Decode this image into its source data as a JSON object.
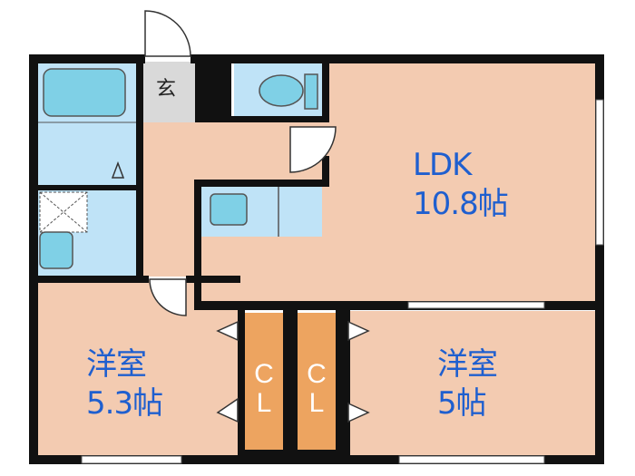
{
  "rooms": {
    "ldk": {
      "name": "LDK",
      "size": "10.8帖"
    },
    "western_room_1": {
      "name": "洋室",
      "size": "5.3帖"
    },
    "western_room_2": {
      "name": "洋室",
      "size": "5帖"
    },
    "closet_1": {
      "line1": "C",
      "line2": "L"
    },
    "closet_2": {
      "line1": "C",
      "line2": "L"
    },
    "entrance": {
      "label": "玄"
    }
  },
  "colors": {
    "room_fill": "#f3cbb1",
    "wet_fill": "#bfe3f7",
    "closet_fill": "#eda460",
    "wall": "#111111",
    "text": "#1f5fcf",
    "entrance_fill": "#d9d9d9",
    "accent": "#ee8a2e"
  }
}
